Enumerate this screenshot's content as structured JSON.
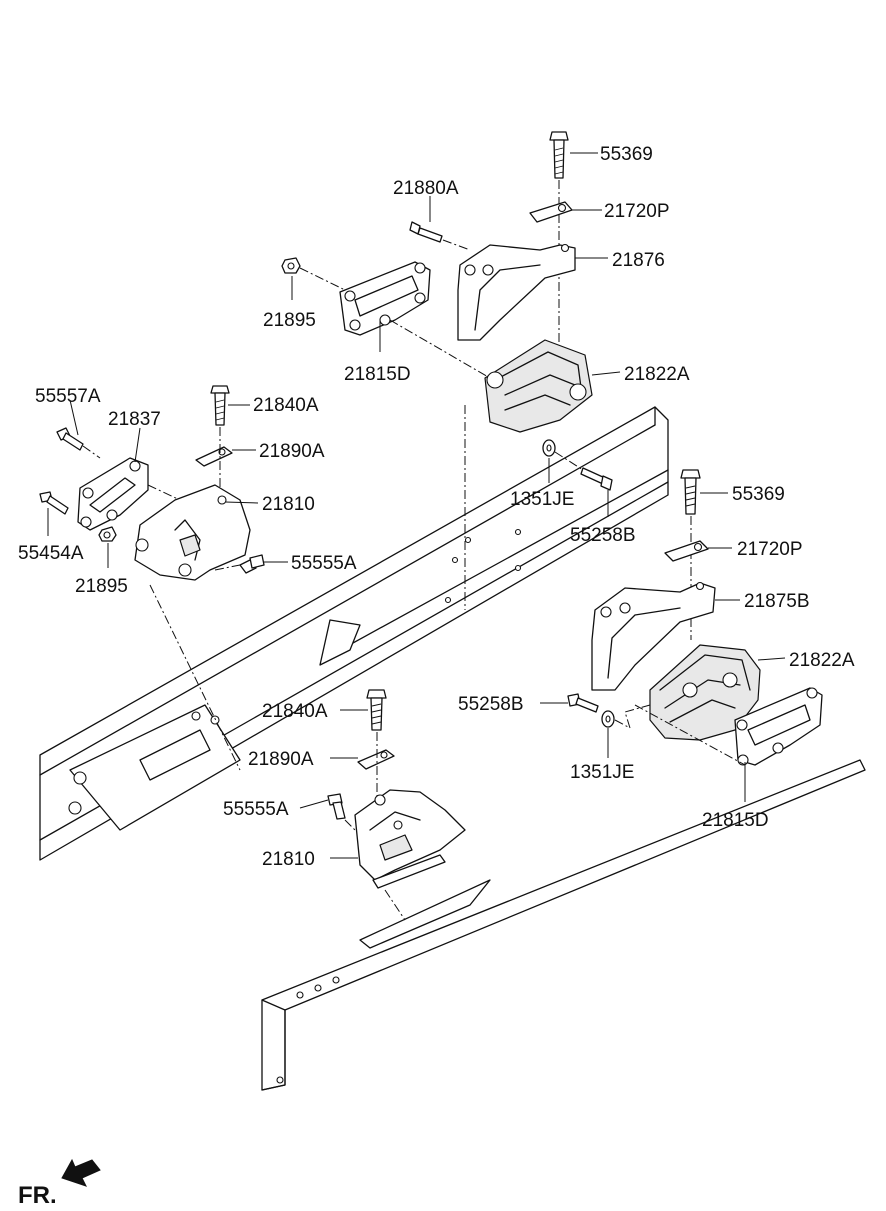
{
  "callouts": [
    {
      "id": "c01",
      "text": "55369"
    },
    {
      "id": "c02",
      "text": "21880A"
    },
    {
      "id": "c03",
      "text": "21720P"
    },
    {
      "id": "c04",
      "text": "21876"
    },
    {
      "id": "c05",
      "text": "21895"
    },
    {
      "id": "c06",
      "text": "21815D"
    },
    {
      "id": "c07",
      "text": "21822A"
    },
    {
      "id": "c08",
      "text": "55557A"
    },
    {
      "id": "c09",
      "text": "21837"
    },
    {
      "id": "c10",
      "text": "21840A"
    },
    {
      "id": "c11",
      "text": "21890A"
    },
    {
      "id": "c12",
      "text": "21810"
    },
    {
      "id": "c13",
      "text": "1351JE"
    },
    {
      "id": "c14",
      "text": "55258B"
    },
    {
      "id": "c15",
      "text": "55454A"
    },
    {
      "id": "c16",
      "text": "21895"
    },
    {
      "id": "c17",
      "text": "55555A"
    },
    {
      "id": "c18",
      "text": "55369"
    },
    {
      "id": "c19",
      "text": "21720P"
    },
    {
      "id": "c20",
      "text": "21875B"
    },
    {
      "id": "c21",
      "text": "21822A"
    },
    {
      "id": "c22",
      "text": "21840A"
    },
    {
      "id": "c23",
      "text": "55258B"
    },
    {
      "id": "c24",
      "text": "21890A"
    },
    {
      "id": "c25",
      "text": "1351JE"
    },
    {
      "id": "c26",
      "text": "55555A"
    },
    {
      "id": "c27",
      "text": "21815D"
    },
    {
      "id": "c28",
      "text": "21810"
    }
  ],
  "front_indicator": {
    "label": "FR.",
    "icon": "front-direction-arrow-icon"
  }
}
